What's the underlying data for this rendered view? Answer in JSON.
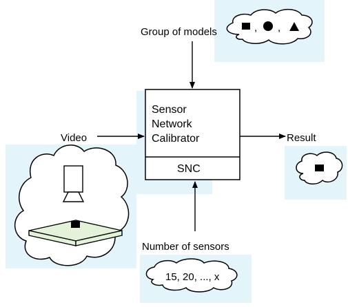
{
  "diagram": {
    "group_label": "Group of models",
    "video_label": "Video",
    "result_label": "Result",
    "sensors_label": "Number of sensors",
    "sensor_counts": "15, 20, ..., x",
    "calibrator": {
      "line1": "Sensor",
      "line2": "Network",
      "line3": "Calibrator",
      "abbr": "SNC"
    },
    "model_separator": ","
  },
  "colors": {
    "highlight_bg": "#e3f4fb",
    "platform_fill": "#e4f2da",
    "ink": "#000000",
    "cloud_fill": "#ffffff"
  },
  "icons": {
    "models": [
      "square-icon",
      "circle-icon",
      "triangle-icon"
    ],
    "video_scene": [
      "camera-icon",
      "platform-icon",
      "object-icon"
    ],
    "result": [
      "square-icon"
    ]
  }
}
